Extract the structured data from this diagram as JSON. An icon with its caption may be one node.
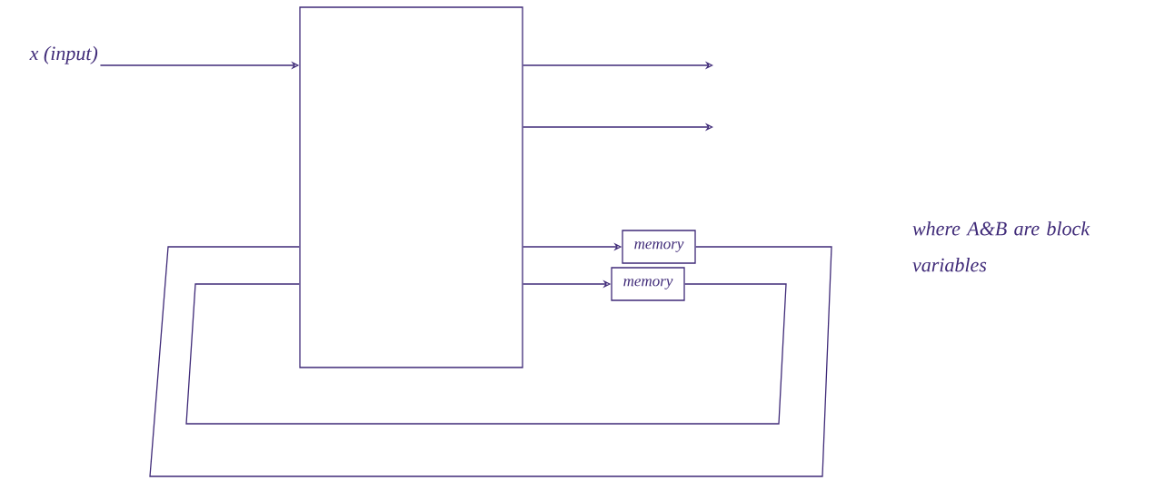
{
  "diagram": {
    "nodes": [
      {
        "text": [
          "x (input)"
        ]
      },
      {
        "text": [],
        "shape": "box"
      },
      {
        "text": [
          "memory"
        ]
      },
      {
        "text": [
          "memory"
        ]
      }
    ],
    "edges": [
      {
        "from": 0,
        "to": 1,
        "arrow": "to"
      },
      {
        "from": 1,
        "to": null,
        "arrow": "to"
      },
      {
        "from": 1,
        "to": null,
        "arrow": "to"
      },
      {
        "from": 1,
        "to": 2,
        "arrow": "to"
      },
      {
        "from": 1,
        "to": 3,
        "arrow": "to"
      },
      {
        "from": 2,
        "to": 1,
        "arrow": "none"
      },
      {
        "from": 3,
        "to": 1,
        "arrow": "none"
      }
    ],
    "labels": [
      "where A&B are block variables"
    ]
  }
}
